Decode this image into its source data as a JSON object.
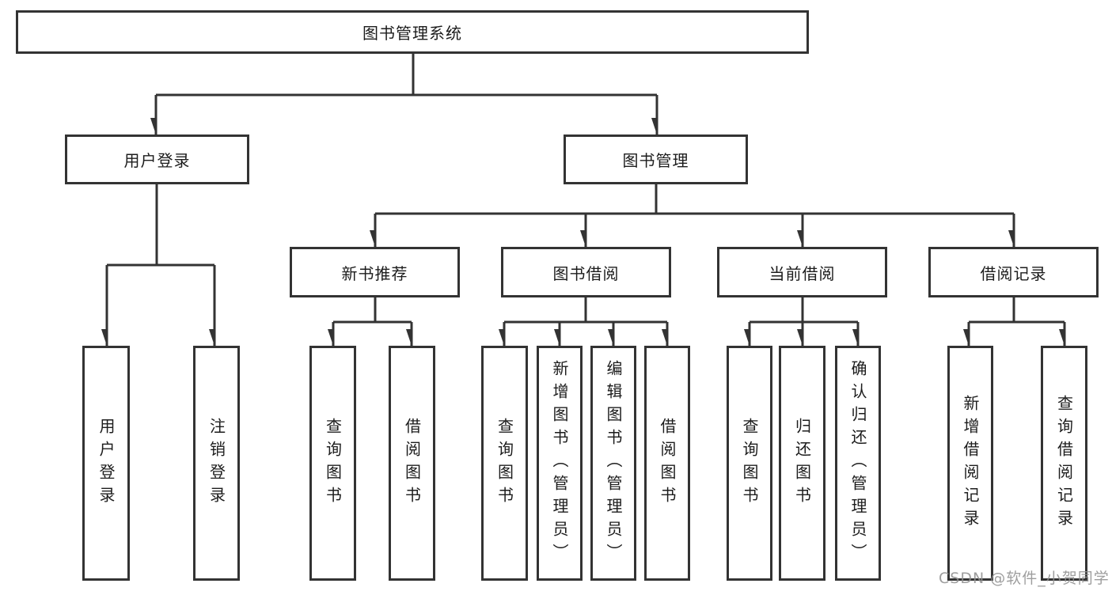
{
  "diagram": {
    "watermark": "CSDN @软件_小贺同学",
    "colors": {
      "line": "#333333",
      "box_border": "#333333",
      "text": "#1c1c1c",
      "watermark": "#919191",
      "background": "#ffffff"
    },
    "tree": {
      "root": {
        "label": "图书管理系统",
        "children": [
          {
            "label": "用户登录",
            "children": [
              {
                "label": "用户登录"
              },
              {
                "label": "注销登录"
              }
            ]
          },
          {
            "label": "图书管理",
            "children": [
              {
                "label": "新书推荐",
                "children": [
                  {
                    "label": "查询图书"
                  },
                  {
                    "label": "借阅图书"
                  }
                ]
              },
              {
                "label": "图书借阅",
                "children": [
                  {
                    "label": "查询图书"
                  },
                  {
                    "label": "新增图书（管理员）"
                  },
                  {
                    "label": "编辑图书（管理员）"
                  },
                  {
                    "label": "借阅图书"
                  }
                ]
              },
              {
                "label": "当前借阅",
                "children": [
                  {
                    "label": "查询图书"
                  },
                  {
                    "label": "归还图书"
                  },
                  {
                    "label": "确认归还（管理员）"
                  }
                ]
              },
              {
                "label": "借阅记录",
                "children": [
                  {
                    "label": "新增借阅记录"
                  },
                  {
                    "label": "查询借阅记录"
                  }
                ]
              }
            ]
          }
        ]
      }
    }
  }
}
